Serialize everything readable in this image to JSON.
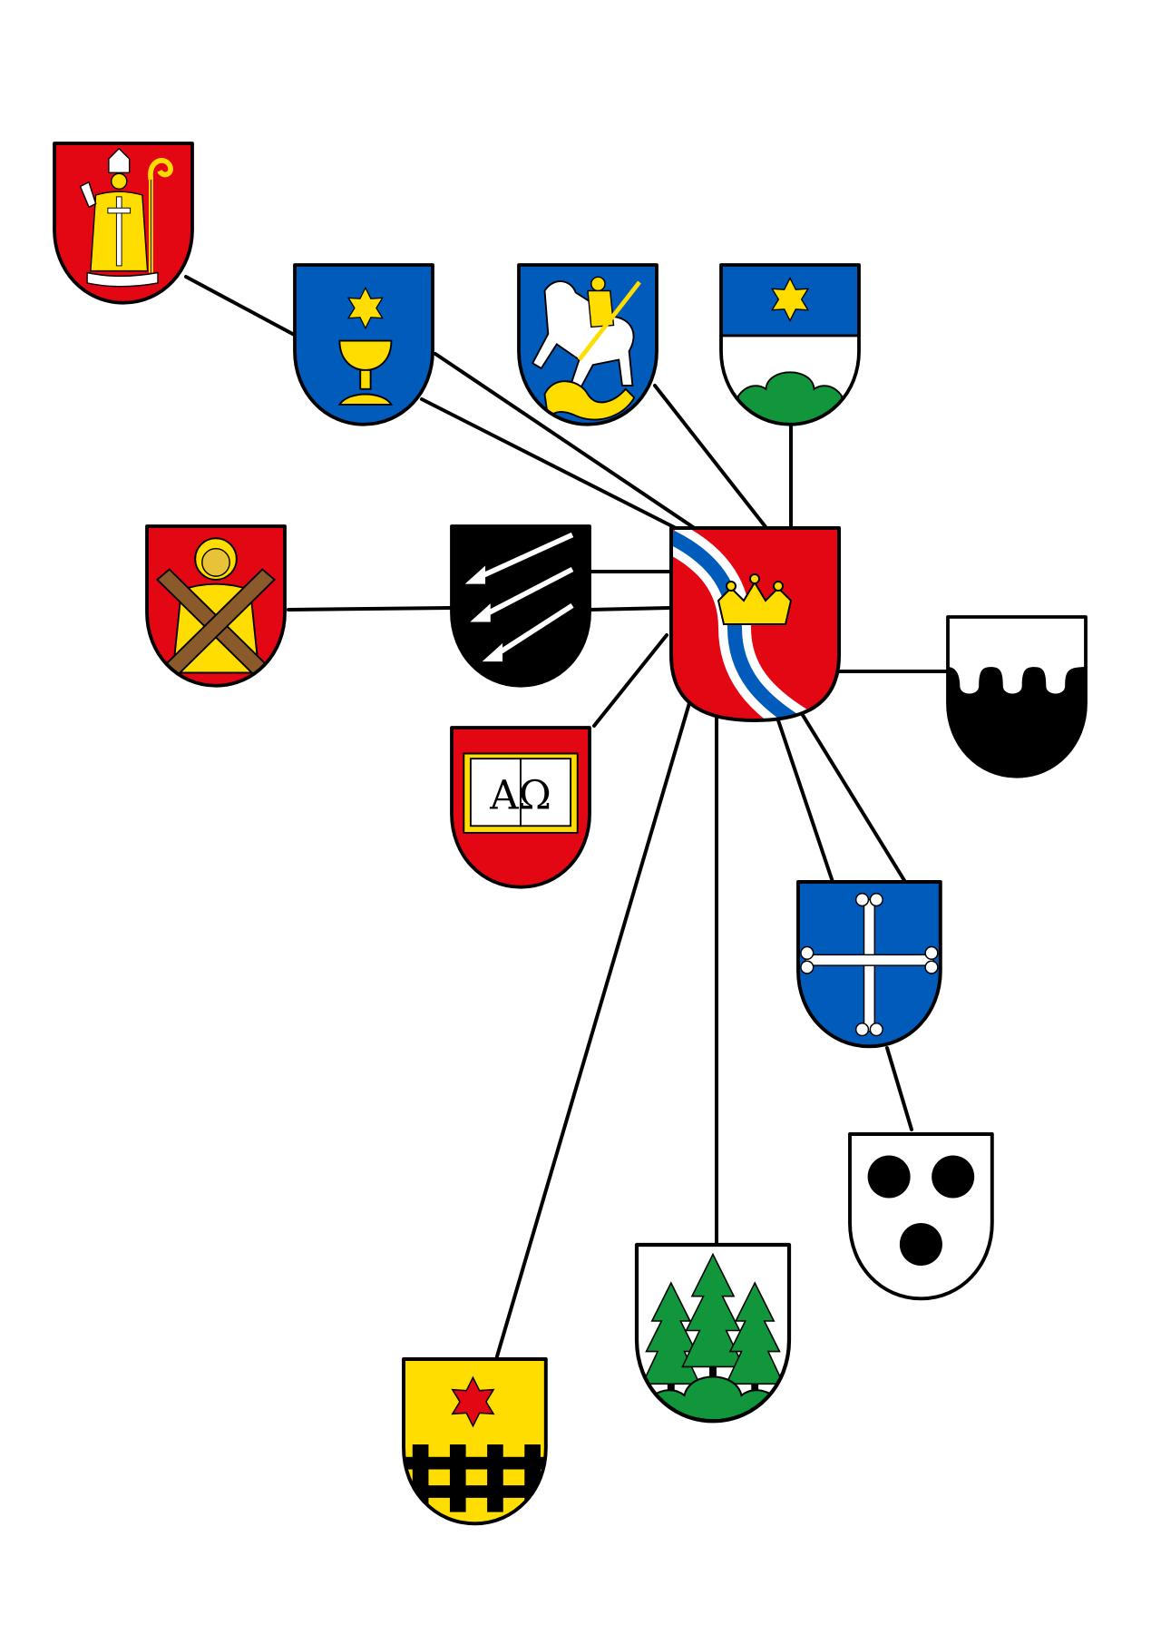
{
  "diagram": {
    "colors": {
      "red": "#e30613",
      "blue": "#005bbb",
      "gold": "#ffdd00",
      "green": "#11963c",
      "black": "#000000",
      "white": "#ffffff",
      "brown": "#8b5a2b"
    },
    "center_shield": {
      "id": "river-crown",
      "icons": [
        "river-band",
        "crown-icon"
      ]
    },
    "shields": [
      {
        "id": "bishop",
        "icons": [
          "bishop-figure-icon",
          "crosier-icon"
        ]
      },
      {
        "id": "chalice-star",
        "icons": [
          "star-icon",
          "chalice-icon"
        ]
      },
      {
        "id": "saint-george",
        "icons": [
          "horse-rider-icon",
          "dragon-icon"
        ]
      },
      {
        "id": "star-hill",
        "icons": [
          "star-icon",
          "hill-icon"
        ]
      },
      {
        "id": "saint-andrew",
        "icons": [
          "saint-figure-icon",
          "saltire-cross-icon"
        ]
      },
      {
        "id": "arrows",
        "icons": [
          "arrow-icon",
          "arrow-icon",
          "arrow-icon"
        ]
      },
      {
        "id": "book",
        "icons": [
          "open-book-icon"
        ],
        "text": "ΑΩ"
      },
      {
        "id": "black-wave",
        "icons": [
          "wavy-division-icon"
        ]
      },
      {
        "id": "blue-cross",
        "icons": [
          "cross-bottony-icon"
        ]
      },
      {
        "id": "three-balls",
        "icons": [
          "roundel-icon",
          "roundel-icon",
          "roundel-icon"
        ]
      },
      {
        "id": "trees",
        "icons": [
          "fir-tree-icon",
          "fir-tree-icon",
          "fir-tree-icon",
          "hill-icon"
        ]
      },
      {
        "id": "star-fence",
        "icons": [
          "star-icon",
          "fence-icon"
        ]
      }
    ],
    "connections": [
      [
        "bishop",
        "river-crown"
      ],
      [
        "chalice-star",
        "river-crown"
      ],
      [
        "saint-george",
        "river-crown"
      ],
      [
        "star-hill",
        "river-crown"
      ],
      [
        "saint-andrew",
        "arrows"
      ],
      [
        "arrows",
        "river-crown"
      ],
      [
        "book",
        "river-crown"
      ],
      [
        "black-wave",
        "river-crown"
      ],
      [
        "blue-cross",
        "river-crown"
      ],
      [
        "three-balls",
        "blue-cross"
      ],
      [
        "trees",
        "river-crown"
      ],
      [
        "star-fence",
        "river-crown"
      ]
    ]
  }
}
